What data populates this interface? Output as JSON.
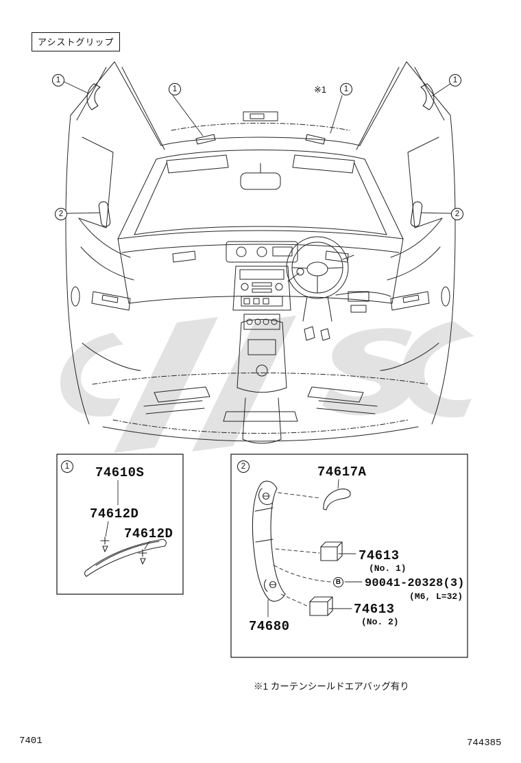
{
  "title": {
    "label": "アシストグリップ"
  },
  "callout_numbers": {
    "one": "1",
    "two": "2"
  },
  "main_diagram": {
    "note_ref": "※1"
  },
  "box1": {
    "parts": {
      "grip_assy": "74610S",
      "clip_a": "74612D",
      "clip_b": "74612D"
    }
  },
  "box2": {
    "parts": {
      "cover_cap": "74617A",
      "screw_no1": "74613",
      "screw_no1_note": "(No. 1)",
      "bolt_symbol": "B",
      "bolt": "90041-20328(3)",
      "bolt_note": "(M6, L=32)",
      "screw_no2": "74613",
      "screw_no2_note": "(No. 2)",
      "grip": "74680"
    }
  },
  "footnote": "※1 カーテンシールドエアバッグ有り",
  "footer": {
    "page_code": "7401",
    "figure_code": "744385"
  }
}
